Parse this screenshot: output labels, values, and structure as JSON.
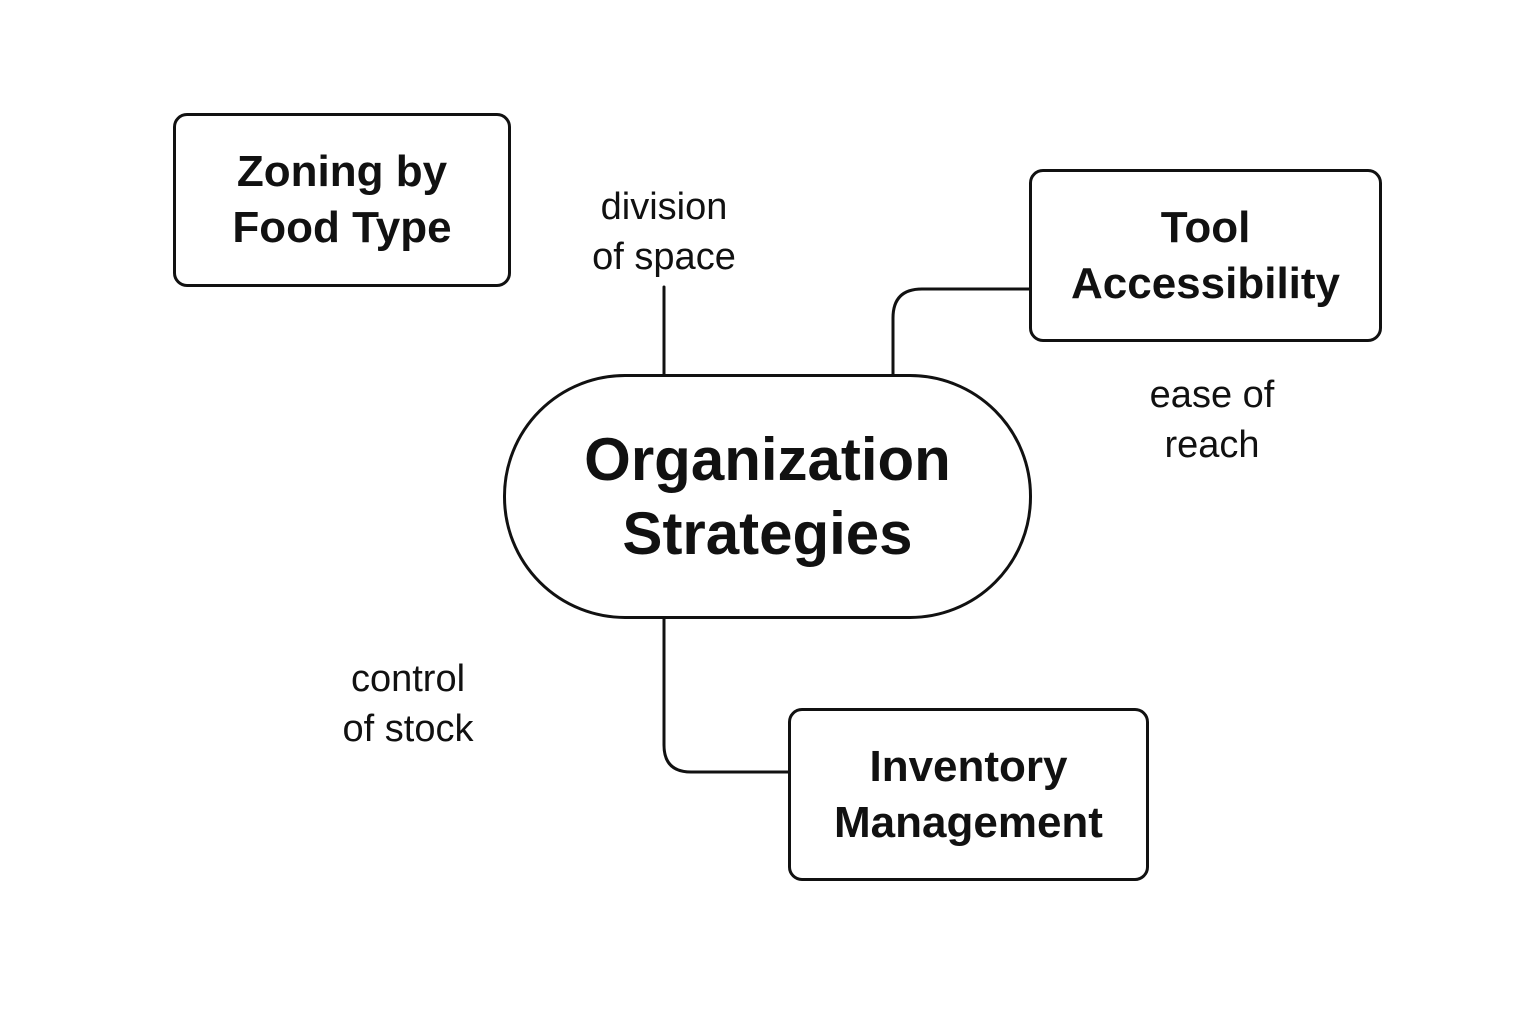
{
  "diagram": {
    "center": {
      "line1": "Organization",
      "line2": "Strategies"
    },
    "nodes": {
      "zoning": {
        "line1": "Zoning by",
        "line2": "Food Type"
      },
      "tool": {
        "line1": "Tool",
        "line2": "Accessibility"
      },
      "inventory": {
        "line1": "Inventory",
        "line2": "Management"
      }
    },
    "edge_labels": {
      "division": {
        "line1": "division",
        "line2": "of space"
      },
      "ease": {
        "line1": "ease of",
        "line2": "reach"
      },
      "control": {
        "line1": "control",
        "line2": "of stock"
      }
    },
    "colors": {
      "stroke": "#111111",
      "background": "#ffffff"
    }
  }
}
